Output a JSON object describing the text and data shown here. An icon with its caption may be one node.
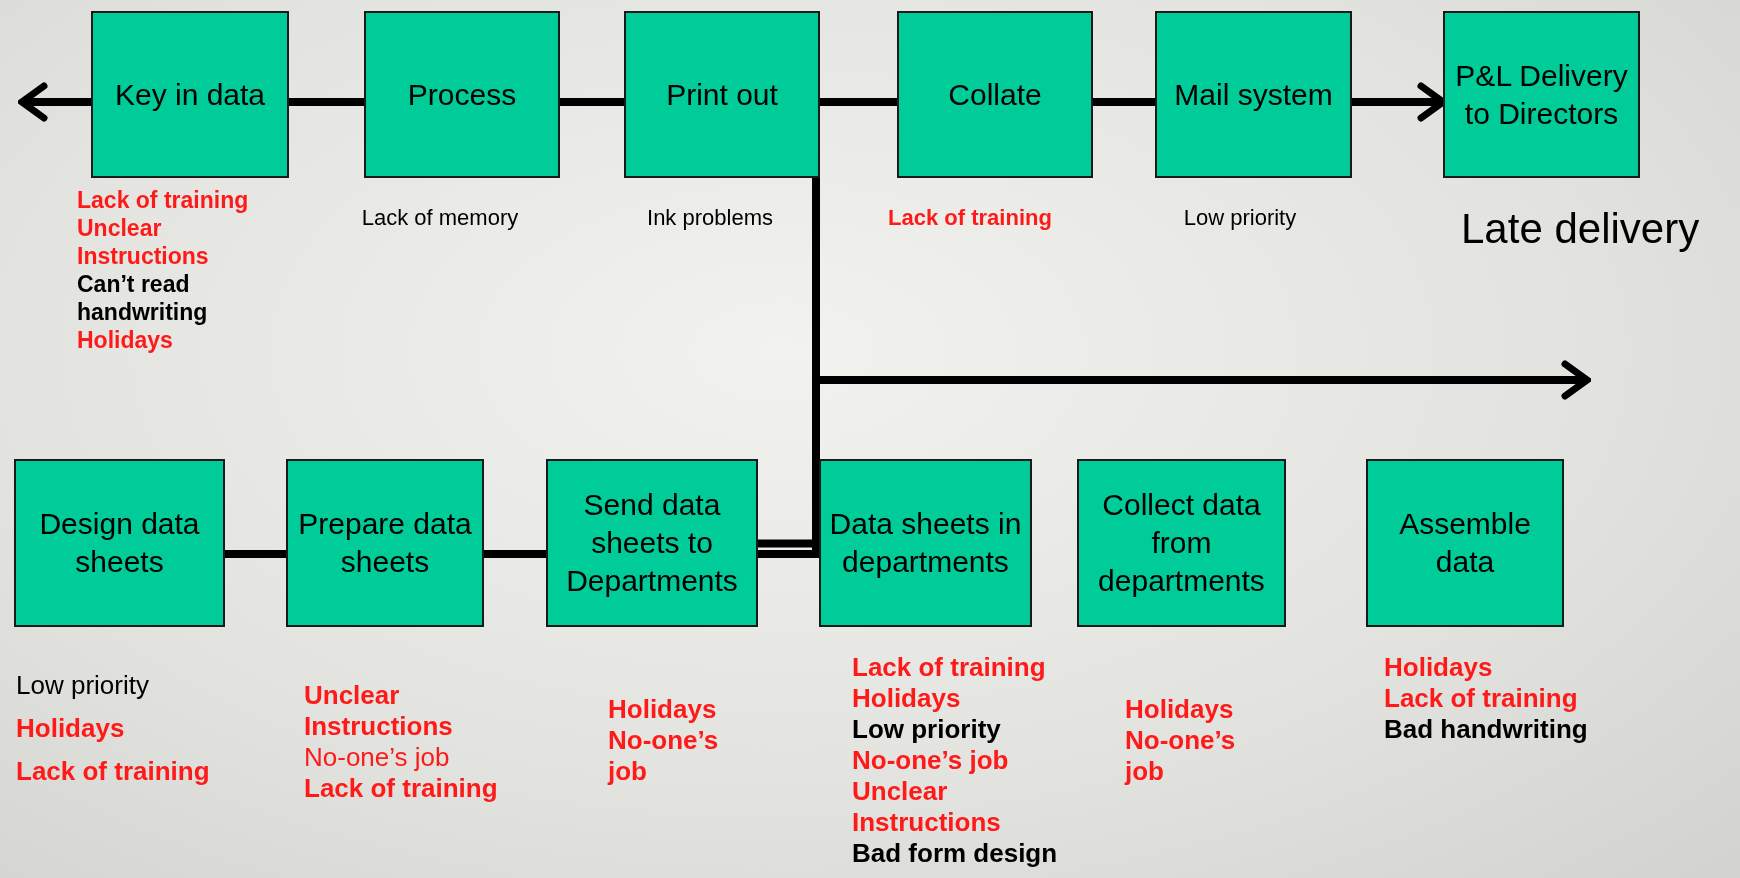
{
  "diagram": {
    "nodes": [
      {
        "text": [
          "Key in data"
        ],
        "beside": [
          "Lack of training",
          "Unclear Instructions",
          "Can’t read handwriting",
          "Holidays"
        ]
      },
      {
        "text": [
          "Process"
        ],
        "beside": [
          "Lack of memory"
        ]
      },
      {
        "text": [
          "Print out"
        ],
        "beside": [
          "Ink problems"
        ]
      },
      {
        "text": [
          "Collate"
        ],
        "beside": [
          "Lack of training"
        ]
      },
      {
        "text": [
          "Mail system"
        ],
        "beside": [
          "Low priority"
        ]
      },
      {
        "text": [
          "P&L Delivery to Directors"
        ]
      },
      {
        "text": [
          "Design data sheets"
        ],
        "beside": [
          "Low priority",
          "Holidays",
          "Lack of training"
        ]
      },
      {
        "text": [
          "Prepare data sheets"
        ],
        "beside": [
          "Unclear Instructions",
          "No-one’s job",
          "Lack of training"
        ]
      },
      {
        "text": [
          "Send data sheets to Departments"
        ],
        "beside": [
          "Holidays",
          "No-one’s job"
        ]
      },
      {
        "text": [
          "Data sheets in departments"
        ],
        "beside": [
          "Lack of training",
          "Holidays",
          "Low priority",
          "No-one’s job",
          "Unclear Instructions",
          "Bad form design"
        ]
      },
      {
        "text": [
          "Collect data from departments"
        ],
        "beside": [
          "Holidays",
          "No-one’s job"
        ]
      },
      {
        "text": [
          "Assemble data"
        ],
        "beside": [
          "Holidays",
          "Lack of training",
          "Bad handwriting"
        ]
      }
    ],
    "edges": [
      {
        "from": 0,
        "to": null,
        "arrow": "to"
      },
      {
        "from": 0,
        "to": 1,
        "arrow": "none"
      },
      {
        "from": 1,
        "to": 2,
        "arrow": "none"
      },
      {
        "from": 2,
        "to": 3,
        "arrow": "none"
      },
      {
        "from": 3,
        "to": 4,
        "arrow": "none"
      },
      {
        "from": 4,
        "to": 5,
        "arrow": "to"
      },
      {
        "from": 6,
        "to": 7,
        "arrow": "none"
      },
      {
        "from": 7,
        "to": 8,
        "arrow": "none"
      },
      {
        "from": 8,
        "to": 2,
        "arrow": "none"
      },
      {
        "from": 8,
        "to": null,
        "arrow": "to"
      }
    ],
    "labels": [
      "Late delivery"
    ]
  }
}
